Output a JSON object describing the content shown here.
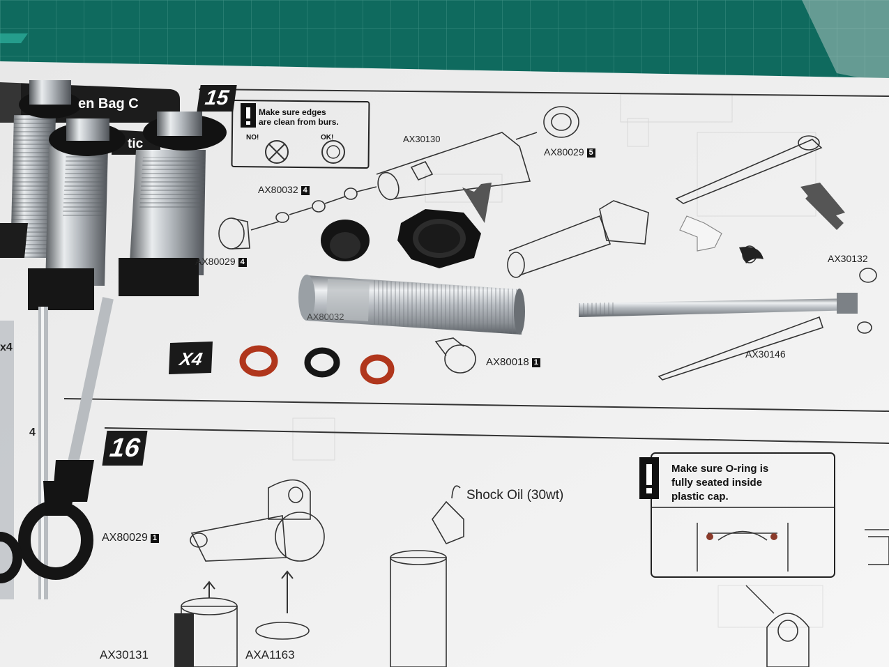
{
  "manual": {
    "bag_label": "en Bag C",
    "bag_sub_label": "tic",
    "qty_left": "x4",
    "num_left": "4",
    "step15": {
      "number": "15",
      "warning_line1": "Make sure edges",
      "warning_line2": "are clean from burs.",
      "no_label": "NO!",
      "ok_label": "OK!",
      "quantity": "X4",
      "parts": {
        "ax30130": "AX30130",
        "ax80029_top": "AX80029",
        "ax80029_top_qty": "5",
        "ax80032": "AX80032",
        "ax80032_qty": "4",
        "ax80029_left": "AX80029",
        "ax80029_left_qty": "4",
        "ax80032_lower": "AX80032",
        "ax80018": "AX80018",
        "ax80018_qty": "1",
        "ax30132": "AX30132",
        "ax30146": "AX30146"
      }
    },
    "step16": {
      "number": "16",
      "shock_oil": "Shock Oil (30wt)",
      "warning_line1": "Make sure O-ring is",
      "warning_line2": "fully seated inside",
      "warning_line3": "plastic cap.",
      "parts": {
        "ax80029": "AX80029",
        "ax80029_qty": "1",
        "ax30131": "AX30131",
        "axa1163": "AXA1163"
      }
    }
  },
  "colors": {
    "cutting_mat": "#0f6a5e",
    "paper": "#f1f1f1",
    "metal": "#c8cccf",
    "orange_oring": "#b0361c",
    "black_part": "#141414"
  }
}
